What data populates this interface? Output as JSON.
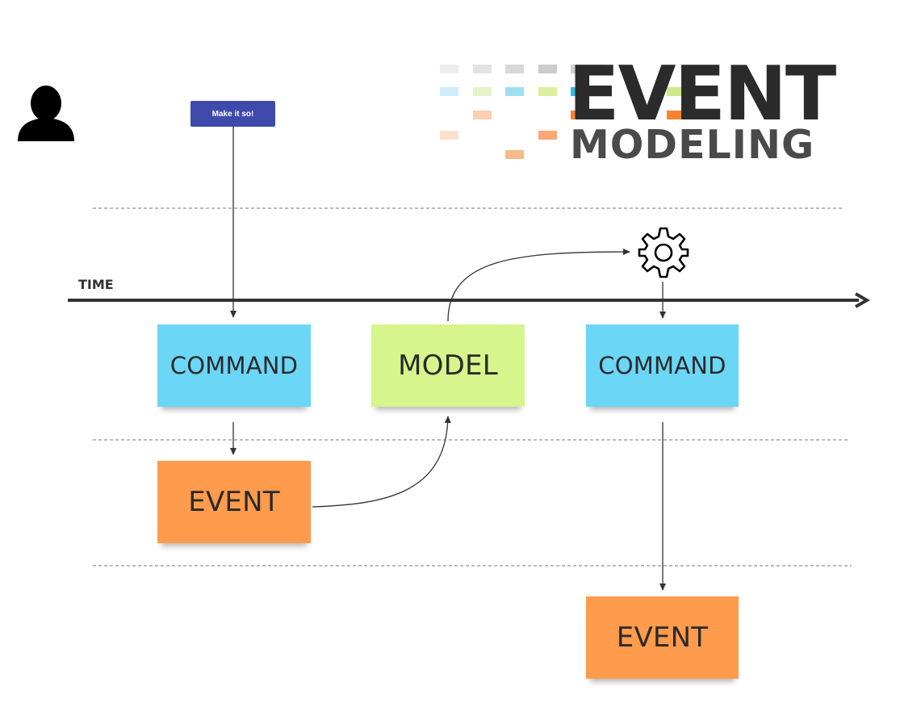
{
  "logo": {
    "line1": "EVENT",
    "line2": "MODELING"
  },
  "trigger_button": {
    "label": "Make it so!"
  },
  "timeline": {
    "label": "TIME"
  },
  "notes": [
    {
      "label": "COMMAND",
      "color": "#6cd6f6"
    },
    {
      "label": "MODEL",
      "color": "#d6f58c"
    },
    {
      "label": "COMMAND",
      "color": "#6cd6f6"
    },
    {
      "label": "EVENT",
      "color": "#fe9b4c"
    },
    {
      "label": "EVENT",
      "color": "#fe9b4c"
    }
  ],
  "icons": {
    "user": "user-icon",
    "processor": "gear-icon"
  },
  "colors": {
    "button": "#3f4aab",
    "arrow": "#333333",
    "lane_divider": "#777777"
  }
}
